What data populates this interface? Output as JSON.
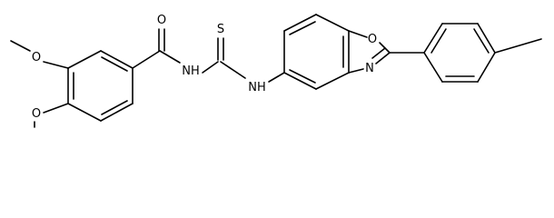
{
  "molecule": {
    "atom_labels": {
      "o_methoxy_top": "O",
      "o_methoxy_bottom": "O",
      "o_carbonyl": "O",
      "nh_amide": "NH",
      "s_thio": "S",
      "nh_thiourea": "NH",
      "o_oxazole": "O",
      "n_oxazole": "N"
    }
  }
}
